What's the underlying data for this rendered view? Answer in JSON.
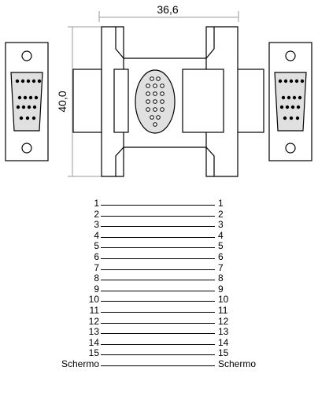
{
  "dimensions": {
    "width_label": "36,6",
    "height_label": "40,0"
  },
  "pinout": {
    "left": [
      "1",
      "2",
      "3",
      "4",
      "5",
      "6",
      "7",
      "8",
      "9",
      "10",
      "11",
      "12",
      "13",
      "14",
      "15",
      "Schermo"
    ],
    "right": [
      "1",
      "2",
      "3",
      "4",
      "5",
      "6",
      "7",
      "8",
      "9",
      "10",
      "11",
      "12",
      "13",
      "14",
      "15",
      "Schermo"
    ]
  },
  "colors": {
    "stroke": "#000000",
    "fill": "#ffffff",
    "dim_line": "#999999"
  }
}
